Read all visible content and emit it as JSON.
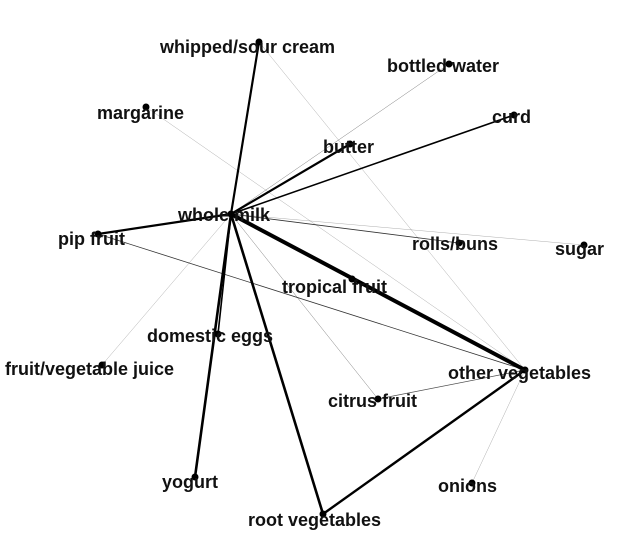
{
  "graph": {
    "nodes": [
      {
        "id": "whole_milk",
        "label": "whole milk"
      },
      {
        "id": "other_vegetables",
        "label": "other vegetables"
      },
      {
        "id": "root_vegetables",
        "label": "root vegetables"
      },
      {
        "id": "yogurt",
        "label": "yogurt"
      },
      {
        "id": "tropical_fruit",
        "label": "tropical fruit"
      },
      {
        "id": "whipped_sour_cream",
        "label": "whipped/sour cream"
      },
      {
        "id": "bottled_water",
        "label": "bottled water"
      },
      {
        "id": "margarine",
        "label": "margarine"
      },
      {
        "id": "curd",
        "label": "curd"
      },
      {
        "id": "butter",
        "label": "butter"
      },
      {
        "id": "pip_fruit",
        "label": "pip fruit"
      },
      {
        "id": "rolls_buns",
        "label": "rolls/buns"
      },
      {
        "id": "sugar",
        "label": "sugar"
      },
      {
        "id": "domestic_eggs",
        "label": "domestic eggs"
      },
      {
        "id": "fruit_vegetable_juice",
        "label": "fruit/vegetable juice"
      },
      {
        "id": "citrus_fruit",
        "label": "citrus fruit"
      },
      {
        "id": "onions",
        "label": "onions"
      }
    ],
    "edges": [
      {
        "source": "whole_milk",
        "target": "other_vegetables",
        "weight": 4
      },
      {
        "source": "whole_milk",
        "target": "root_vegetables",
        "weight": 2.6
      },
      {
        "source": "whole_milk",
        "target": "yogurt",
        "weight": 2.6
      },
      {
        "source": "whole_milk",
        "target": "tropical_fruit",
        "weight": 2.4
      },
      {
        "source": "whole_milk",
        "target": "whipped_sour_cream",
        "weight": 2.2
      },
      {
        "source": "whole_milk",
        "target": "butter",
        "weight": 2.2
      },
      {
        "source": "whole_milk",
        "target": "pip_fruit",
        "weight": 2.2
      },
      {
        "source": "whole_milk",
        "target": "curd",
        "weight": 1.6
      },
      {
        "source": "root_vegetables",
        "target": "other_vegetables",
        "weight": 2.4
      },
      {
        "source": "tropical_fruit",
        "target": "other_vegetables",
        "weight": 1.6
      },
      {
        "source": "whole_milk",
        "target": "domestic_eggs",
        "weight": 1.6
      },
      {
        "source": "whole_milk",
        "target": "rolls_buns",
        "weight": 0.8
      },
      {
        "source": "pip_fruit",
        "target": "other_vegetables",
        "weight": 0.8
      },
      {
        "source": "citrus_fruit",
        "target": "other_vegetables",
        "weight": 0.7
      },
      {
        "source": "whole_milk",
        "target": "citrus_fruit",
        "weight": 0.5
      },
      {
        "source": "whole_milk",
        "target": "bottled_water",
        "weight": 0.5
      },
      {
        "source": "whole_milk",
        "target": "sugar",
        "weight": 0.4
      },
      {
        "source": "whipped_sour_cream",
        "target": "other_vegetables",
        "weight": 0.4
      },
      {
        "source": "margarine",
        "target": "other_vegetables",
        "weight": 0.4
      },
      {
        "source": "whole_milk",
        "target": "fruit_vegetable_juice",
        "weight": 0.4
      },
      {
        "source": "onions",
        "target": "other_vegetables",
        "weight": 0.4
      }
    ]
  }
}
